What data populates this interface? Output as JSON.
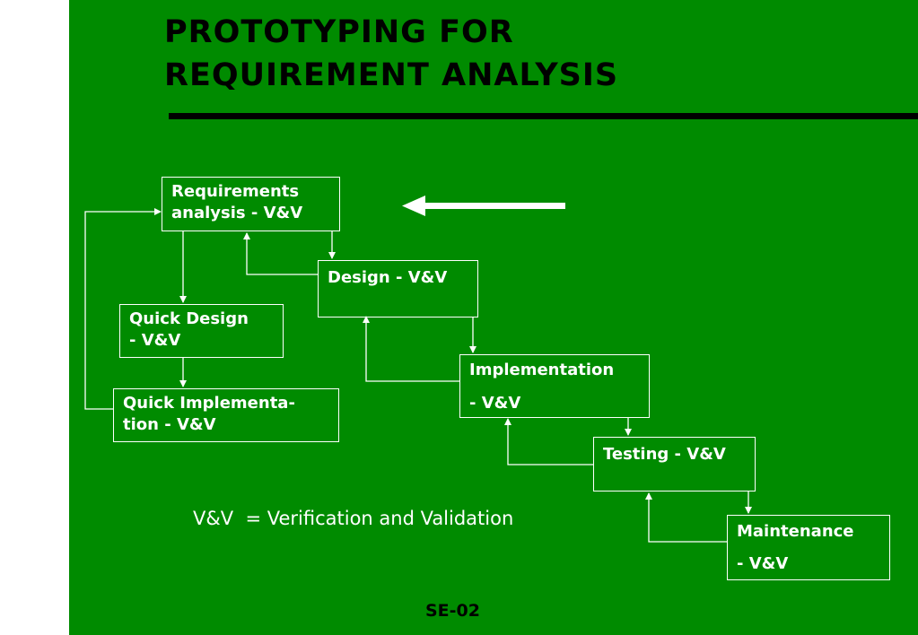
{
  "slide": {
    "title_line1": "PROTOTYPING FOR",
    "title_line2": "REQUIREMENT ANALYSIS",
    "legend": "V&V  = Verification and Validation",
    "footer": "SE-02"
  },
  "boxes": {
    "requirements": {
      "line1": "Requirements",
      "line2": "analysis - V&V"
    },
    "design": {
      "line1": "Design - V&V"
    },
    "quick_design": {
      "line1": "Quick Design",
      "line2": "- V&V"
    },
    "quick_implementation": {
      "line1": "Quick Implementa-",
      "line2": "tion - V&V"
    },
    "implementation": {
      "line1": "Implementation",
      "line2": "- V&V"
    },
    "testing": {
      "line1": "Testing - V&V"
    },
    "maintenance": {
      "line1": "Maintenance",
      "line2": "- V&V"
    }
  },
  "colors": {
    "background": "#008b00",
    "text": "#ffffff",
    "title": "#000000"
  }
}
